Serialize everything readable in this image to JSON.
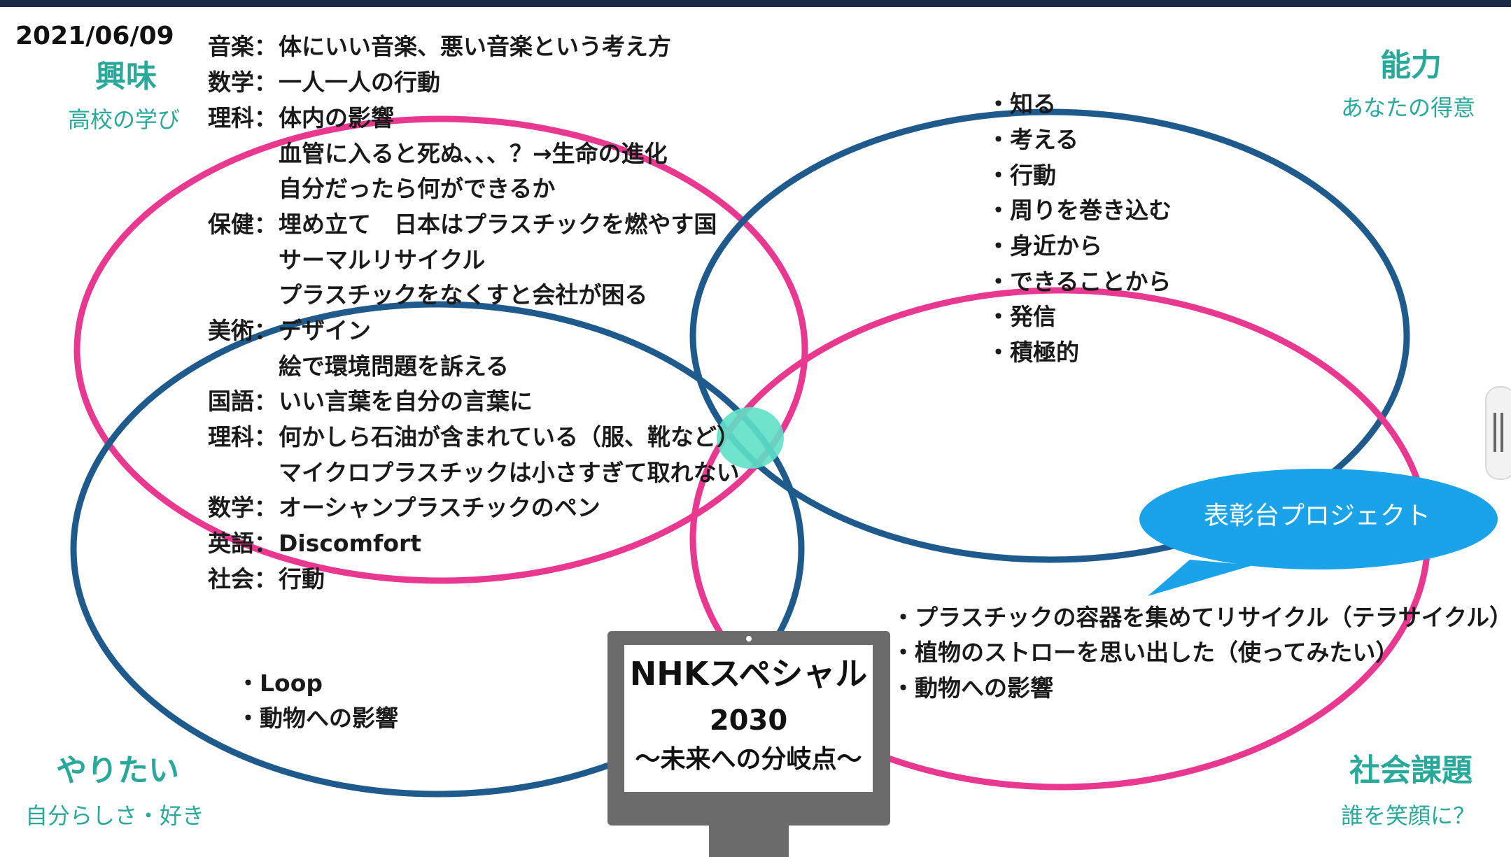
{
  "date": "2021/06/09",
  "quadrants": {
    "interest": {
      "title": "興味",
      "subtitle": "高校の学び"
    },
    "ability": {
      "title": "能力",
      "subtitle": "あなたの得意"
    },
    "want": {
      "title": "やりたい",
      "subtitle": "自分らしさ・好き"
    },
    "social": {
      "title": "社会課題",
      "subtitle": "誰を笑顔に？"
    }
  },
  "school_learning": [
    {
      "subject": "音楽：",
      "lines": [
        "体にいい音楽、悪い音楽という考え方"
      ]
    },
    {
      "subject": "数学：",
      "lines": [
        "一人一人の行動"
      ]
    },
    {
      "subject": "理科：",
      "lines": [
        "体内の影響",
        "血管に入ると死ぬ、、、？→生命の進化",
        "自分だったら何ができるか"
      ]
    },
    {
      "subject": "保健：",
      "lines": [
        "埋め立て　日本はプラスチックを燃やす国",
        "サーマルリサイクル",
        "プラスチックをなくすと会社が困る"
      ]
    },
    {
      "subject": "美術：",
      "lines": [
        "デザイン",
        "絵で環境問題を訴える"
      ]
    },
    {
      "subject": "国語：",
      "lines": [
        "いい言葉を自分の言葉に"
      ]
    },
    {
      "subject": "理科：",
      "lines": [
        "何かしら石油が含まれている（服、靴など）",
        "マイクロプラスチックは小さすぎて取れない"
      ]
    },
    {
      "subject": "数学：",
      "lines": [
        "オーシャンプラスチックのペン"
      ]
    },
    {
      "subject": "英語：",
      "lines": [
        "Discomfort"
      ]
    },
    {
      "subject": "社会：",
      "lines": [
        "行動"
      ]
    }
  ],
  "abilities": [
    "・知る",
    "・考える",
    "・行動",
    "・周りを巻き込む",
    "・身近から",
    "・できることから",
    "・発信",
    "・積極的"
  ],
  "wants": [
    "・Loop",
    "・動物への影響"
  ],
  "social_issues": [
    "・プラスチックの容器を集めてリサイクル（テラサイクル）",
    "・植物のストローを思い出した（使ってみたい）",
    "・動物への影響"
  ],
  "speech_bubble": "表彰台プロジェクト",
  "monitor": {
    "title": "NHKスペシャル",
    "year": "2030",
    "subtitle": "〜未来への分岐点〜"
  },
  "colors": {
    "pink": "#e8388f",
    "blue": "#1f5a8c",
    "teal_label": "#2aa89a",
    "center_highlight": "#5fe0c6",
    "bubble": "#1aa3e8",
    "monitor_frame": "#6b6b6b",
    "top_bar": "#1b2a45"
  }
}
